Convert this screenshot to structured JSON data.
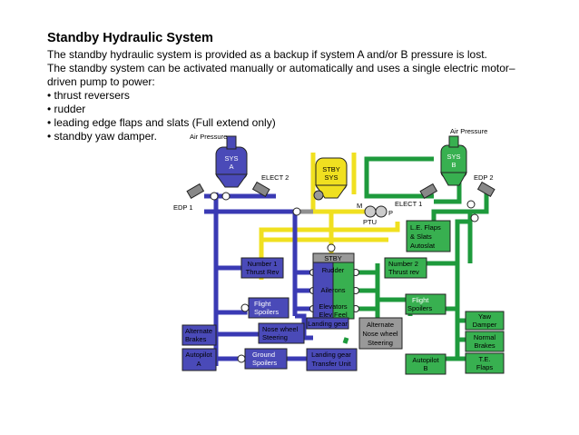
{
  "title": "Standby Hydraulic System",
  "intro_line1": "The standby hydraulic system is provided as a backup if system A and/or B pressure is lost.",
  "intro_line2": "The standby system can be activated manually or automatically and uses a single electric motor–driven pump to power:",
  "bullets": [
    "thrust reversers",
    "rudder",
    "leading edge flaps and slats (Full extend only)",
    "standby yaw damper."
  ],
  "diagram": {
    "air_pressure_left": "Air Pressure",
    "air_pressure_right": "Air Pressure",
    "sys_a": [
      "SYS",
      "A"
    ],
    "sys_b": [
      "SYS",
      "B"
    ],
    "stby_sys": [
      "STBY",
      "SYS"
    ],
    "elect2": "ELECT 2",
    "elect1": "ELECT 1",
    "edp1": "EDP 1",
    "edp2": "EDP 2",
    "m": "M",
    "p": "P",
    "ptu": "PTU",
    "le_flaps": [
      "L.E. Flaps",
      "& Slats",
      "Autoslat"
    ],
    "number1": [
      "Number 1",
      "Thrust Rev"
    ],
    "stby": "STBY",
    "rudder": "Rudder",
    "number2": [
      "Number 2",
      "Thrust rev"
    ],
    "ailerons": "Ailerons",
    "elevators": [
      "Elevators",
      "Elev Feel"
    ],
    "flight_spoilers_left": [
      "Flight",
      "Spoilers"
    ],
    "flight_spoilers_right": [
      "Flight",
      "Spoilers"
    ],
    "yaw_damper": [
      "Yaw",
      "Damper"
    ],
    "alternate_brakes": [
      "Alternate",
      "Brakes"
    ],
    "nose_wheel_steering": [
      "Nose wheel",
      "Steering"
    ],
    "landing_gear": "Landing gear",
    "alternate_nose_wheel": [
      "Alternate",
      "Nose wheel",
      "Steering"
    ],
    "normal_brakes": [
      "Normal",
      "Brakes"
    ],
    "autopilot_a": [
      "Autopilot",
      "A"
    ],
    "ground_spoilers": [
      "Ground",
      "Spoilers"
    ],
    "landing_gear_transfer": [
      "Landing gear",
      "Transfer Unit"
    ],
    "autopilot_b": [
      "Autopilot",
      "B"
    ],
    "te_flaps": [
      "T.E.",
      "Flaps"
    ]
  },
  "colors": {
    "system_a": "#3a3ab4",
    "system_b": "#1e9a3c",
    "standby": "#f0e020",
    "ptu_line": "#909090"
  }
}
